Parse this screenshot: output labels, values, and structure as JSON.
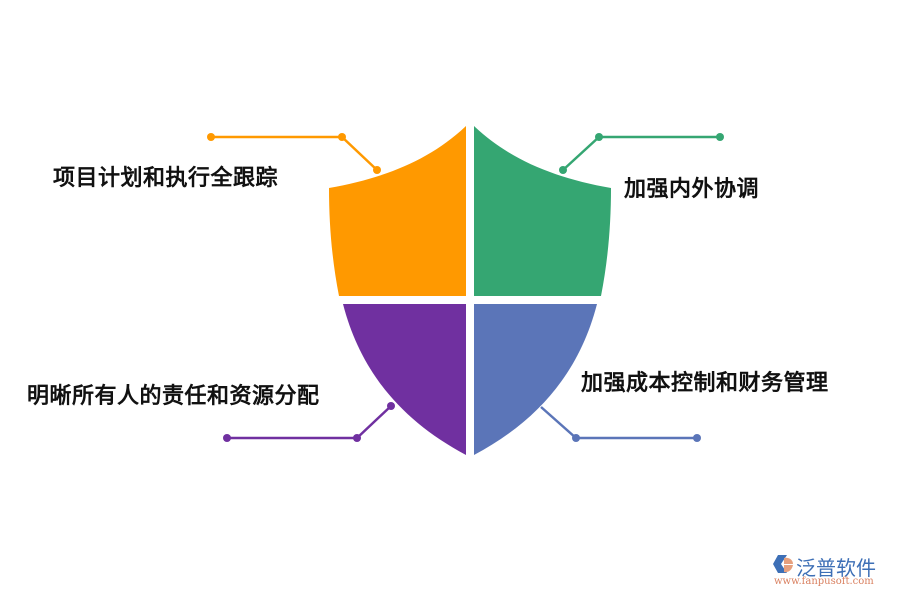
{
  "diagram": {
    "type": "shield-quadrant-infographic",
    "quadrants": [
      {
        "position": "top-left",
        "label": "项目计划和执行全跟踪",
        "color": "#FF9900"
      },
      {
        "position": "top-right",
        "label": "加强内外协调",
        "color": "#35A672"
      },
      {
        "position": "bottom-left",
        "label": "明晰所有人的责任和资源分配",
        "color": "#7030A0"
      },
      {
        "position": "bottom-right",
        "label": "加强成本控制和财务管理",
        "color": "#5B75B8"
      }
    ]
  },
  "watermark": {
    "brand": "泛普软件",
    "url": "www.fanpusoft.com",
    "brand_color": "#3D6FB6",
    "url_color": "#D98060"
  }
}
